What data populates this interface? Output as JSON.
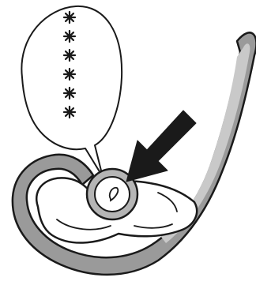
{
  "illustration": {
    "subject": "headset-earpiece",
    "callout": {
      "symbol_count": 6,
      "symbol_icon": "asterisk-icon"
    },
    "pointer": {
      "icon": "arrow-icon",
      "direction": "down-left"
    },
    "colors": {
      "outline": "#1a1a1a",
      "boom_fill": "#9a9a9a",
      "boom_highlight": "#c9c9c9",
      "earbud_fill": "#ffffff",
      "button_ring": "#b5b5b5",
      "arrow": "#1a1a1a",
      "background": "#ffffff"
    }
  }
}
